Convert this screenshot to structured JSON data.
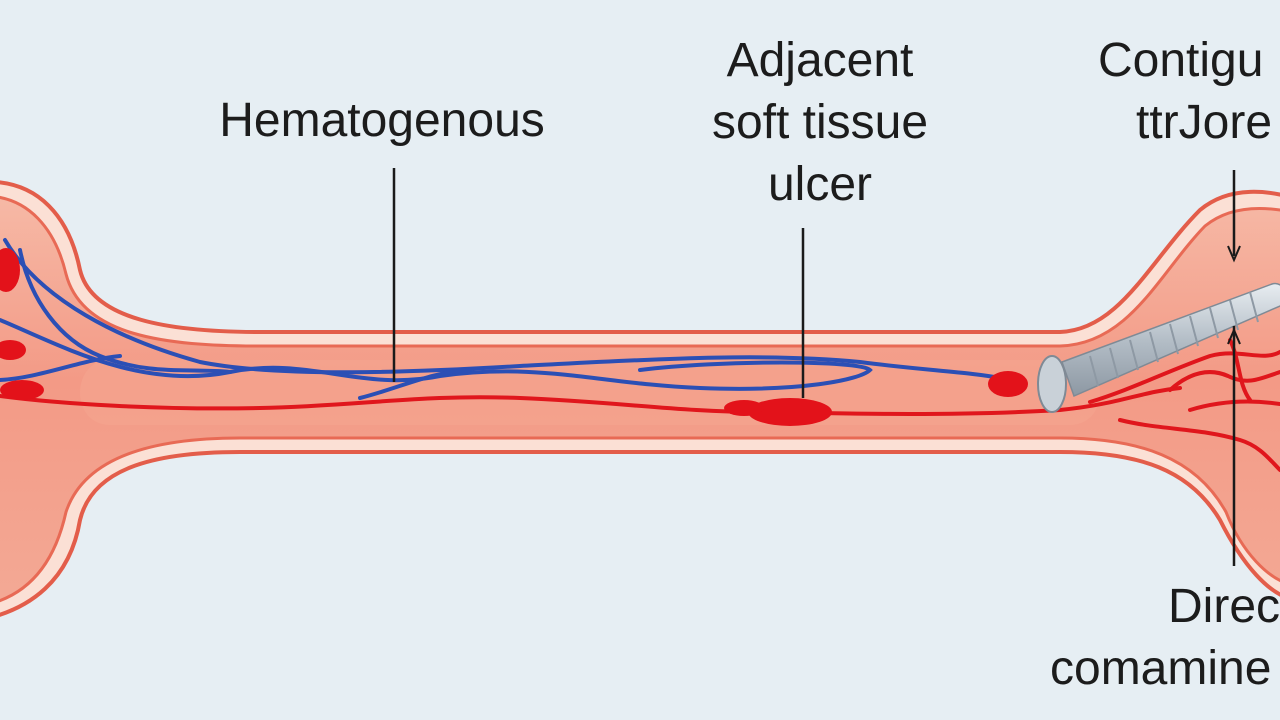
{
  "labels": {
    "hematogenous": "Hematogenous",
    "adjacent": [
      "Adjacent",
      "soft tissue",
      "ulcer"
    ],
    "contiguous": [
      "Contigu",
      "ttrJore"
    ],
    "direct": [
      "Direc",
      "comamine"
    ]
  },
  "colors": {
    "background": "#e6eef3",
    "bone_fill": "#f3a38f",
    "bone_edge": "#e05a47",
    "bone_highlight": "#fbe3d8",
    "artery": "#e0161c",
    "vein": "#2b4fb5",
    "leader_line": "#1a1a1a",
    "nail": "#b9c3cc"
  }
}
